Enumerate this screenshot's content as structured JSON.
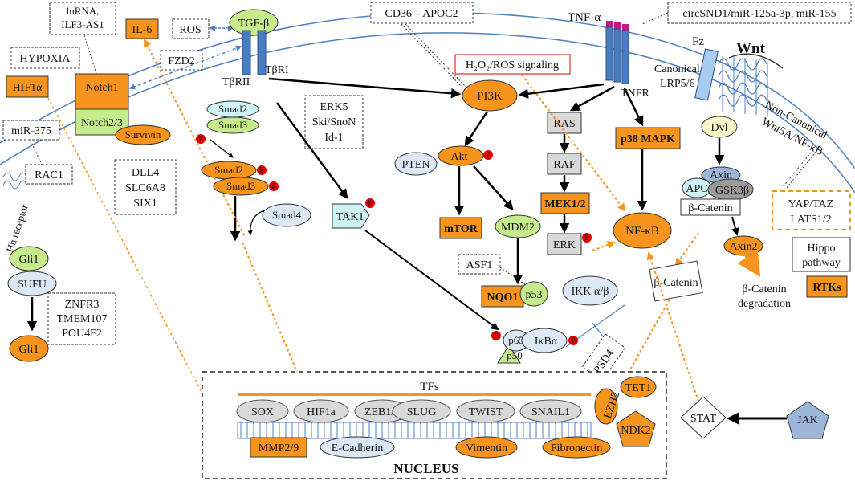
{
  "colors": {
    "orange": "#F7941D",
    "green": "#C6EB8C",
    "blue_light": "#DCE8F5",
    "cyan": "#CFF2F7",
    "gray": "#D9D9D9",
    "receptor_blue": "#4A7CC3",
    "red": "#E00000",
    "membrane": "#4F7FC0"
  },
  "labels": {
    "lnrna": "lnRNA,",
    "ilf3": "ILF3-AS1",
    "il6": "IL-6",
    "ros": "ROS",
    "tgfb": "TGF-β",
    "cd36": "CD36 – APOC2",
    "tnfa": "TNF-α",
    "circ": "circSND1/miR-125a-3p, miR-155",
    "hypoxia": "HYPOXIA",
    "fzd2": "FZD2",
    "h2o2": "H₂O₂/ROS signaling",
    "fz": "Fz",
    "wnt": "Wnt",
    "canonical": "Canonical",
    "lrp": "LRP5/6",
    "noncanonical": "Non-Canonical",
    "wnt5a": "Wnt5A/NF-κB",
    "hif1a": "HIF1α",
    "notch1": "Notch1",
    "notch23": "Notch2/3",
    "tbrii": "TβRII",
    "tbri": "TβRI",
    "tnfr": "TNFR",
    "mir375": "miR-375",
    "survivin": "Survivin",
    "smad2": "Smad2",
    "smad3": "Smad3",
    "erk5": "ERK5",
    "ski": "Ski/SnoN",
    "id1": "Id-1",
    "pi3k": "PI3K",
    "ras": "RAS",
    "raf": "RAF",
    "mek": "MEK1/2",
    "erk": "ERK",
    "p38": "p38 MAPK",
    "nfkb": "NF-κB",
    "dvl": "Dvl",
    "axin": "Axin",
    "apc": "APC",
    "gsk": "GSK3β",
    "bcat": "β-Catenin",
    "bcat2": "β-Catenin",
    "axin2": "Axin2",
    "bcat_deg1": "β-Catenin",
    "bcat_deg2": "degradation",
    "yap": "YAP/TAZ",
    "lats": "LATS1/2",
    "hippo1": "Hippo",
    "hippo2": "pathway",
    "rtks": "RTKs",
    "rac1": "RAC1",
    "dll4": "DLL4",
    "slc": "SLC6A8",
    "six1": "SIX1",
    "smad2p": "Smad2",
    "smad3p": "Smad3",
    "smad4": "Smad4",
    "tak1": "TAK1",
    "pten": "PTEN",
    "akt": "Akt",
    "mtor": "mTOR",
    "mdm2": "MDM2",
    "asf1": "ASF1",
    "nqo1": "NQO1",
    "p53": "p53",
    "ikk": "IKK α/β",
    "p65": "p65",
    "p50": "p50",
    "ikba": "IκBα",
    "psd4": "PSD4",
    "tet1": "TET1",
    "ezh2": "EZH2",
    "ndk2": "NDK2",
    "stat": "STAT",
    "jak": "JAK",
    "hh": "Hh receptor",
    "gli1a": "Gli1",
    "sufu": "SUFU",
    "gli1b": "Gli1",
    "znfr3": "ZNFR3",
    "tmem": "TMEM107",
    "pou": "POU4F2",
    "tfs": "TFs",
    "sox": "SOX",
    "hif1a_n": "HIF1a",
    "zeb": "ZEB1/2",
    "slug": "SLUG",
    "twist": "TWIST",
    "snail": "SNAIL1",
    "mmp": "MMP2/9",
    "ecad": "E-Cadherin",
    "vim": "Vimentin",
    "fib": "Fibronectin",
    "nucleus": "NUCLEUS",
    "p": "P"
  }
}
